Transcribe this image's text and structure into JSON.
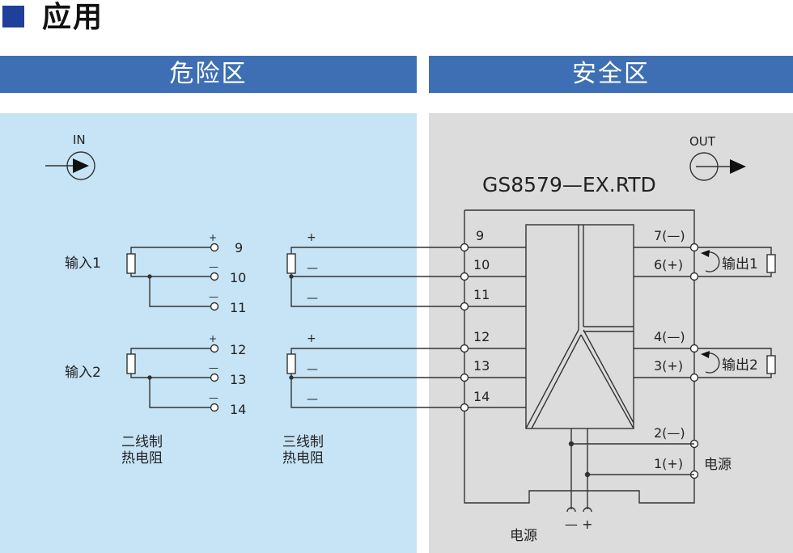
{
  "section_title": "应用",
  "hazard_zone_label": "危险区",
  "safe_zone_label": "安全区",
  "in_label": "IN",
  "out_label": "OUT",
  "model_name": "GS8579—EX.RTD",
  "input1_label": "输入1",
  "input2_label": "输入2",
  "output1_label": "输出1",
  "output2_label": "输出2",
  "power_label_right": "电源",
  "power_label_bottom": "电源",
  "power_bottom_polarity": "— +",
  "two_wire_line1": "二线制",
  "two_wire_line2": "热电阻",
  "three_wire_line1": "三线制",
  "three_wire_line2": "热电阻",
  "left_terminals": [
    "9",
    "10",
    "11",
    "12",
    "13",
    "14"
  ],
  "device_input_terminals": [
    "9",
    "10",
    "11",
    "12",
    "13",
    "14"
  ],
  "device_output_terminals": [
    "7(—)",
    "6(+)",
    "4(—)",
    "3(+)",
    "2(—)",
    "1(+)"
  ],
  "plus_sign": "+",
  "minus_sign": "—",
  "colors": {
    "header_blue": "#3e6fb4",
    "hazard_bg": "#c6e4f6",
    "safe_bg": "#dcdcdc",
    "title_square": "#1f3f9a",
    "wire": "#333333"
  }
}
